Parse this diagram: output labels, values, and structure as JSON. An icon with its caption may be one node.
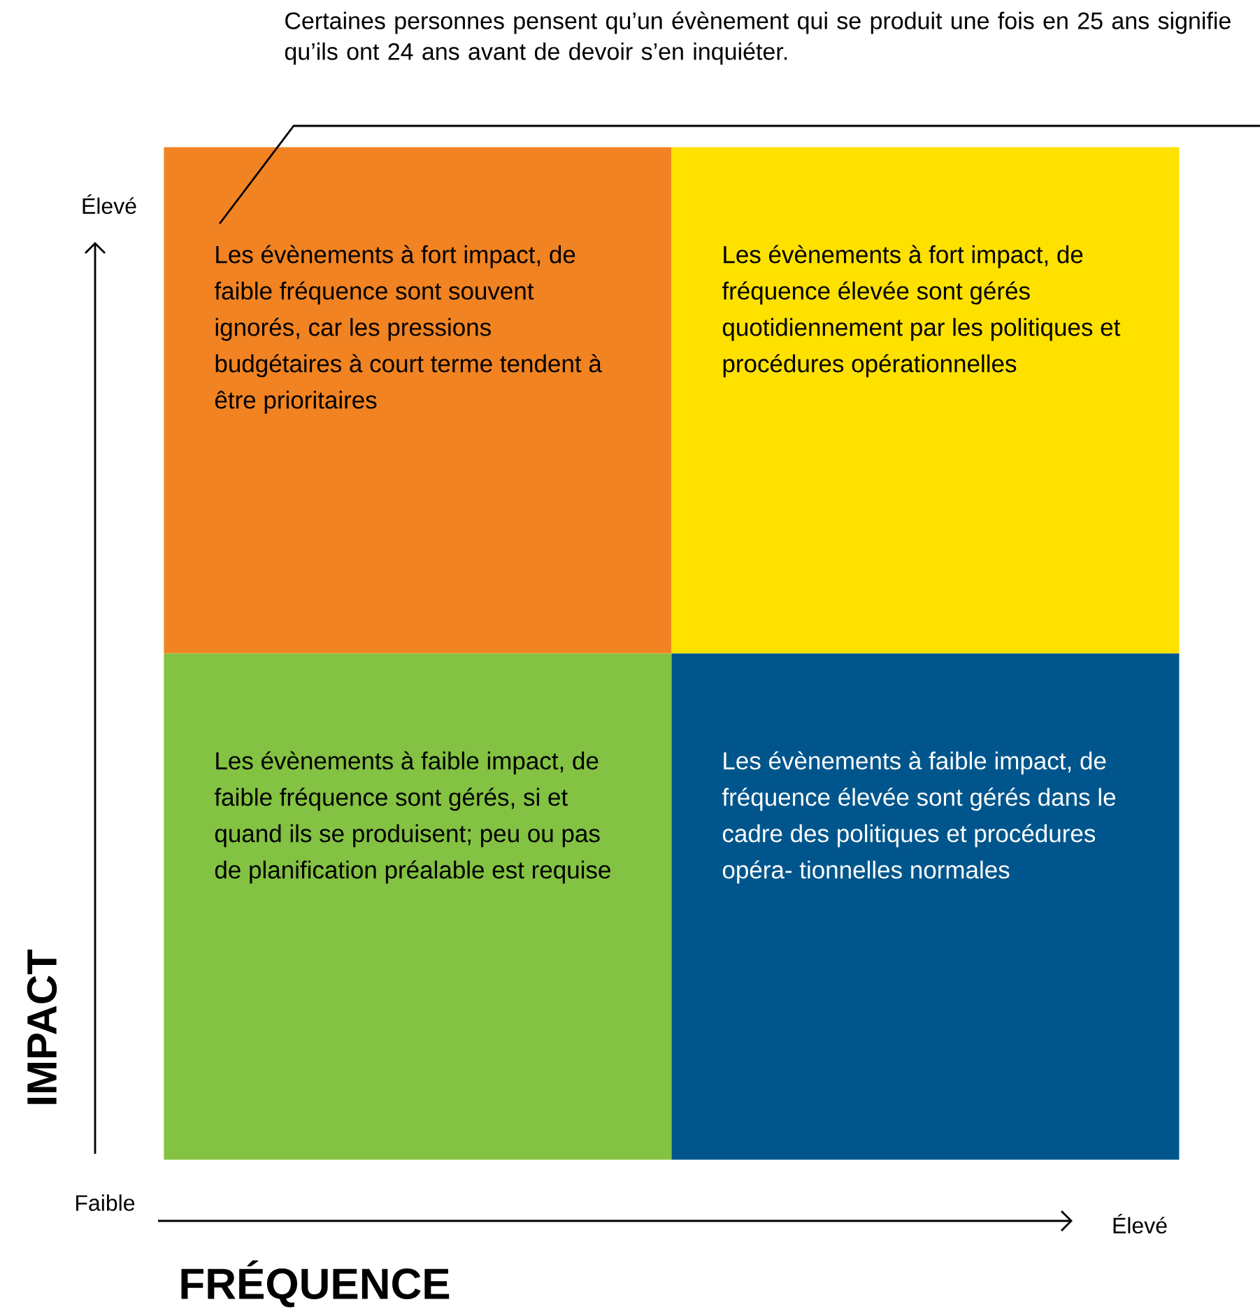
{
  "diagram": {
    "nodes": [
      {
        "text": [
          "Certaines personnes pensent qu’un évènement qui se produit une fois en 25 ans signifie qu’ils ont 24 ans avant de devoir s’en inquiéter."
        ]
      },
      {
        "text": [
          "Les évènements à fort impact, de faible fréquence sont souvent ignorés, car les pressions budgétaires à court terme tendent à être prioritaires"
        ]
      },
      {
        "text": [
          "Les évènements à fort impact, de fréquence élevée sont gérés quotidiennement par les politiques et procédures opérationnelles"
        ]
      },
      {
        "text": [
          "Les évènements à faible impact, de faible fréquence sont gérés, si et quand ils se produisent; peu ou pas de planification préalable est requise"
        ]
      },
      {
        "text": [
          "Les évènements à faible impact, de fréquence élevée sont gérés dans le cadre des politiques et procédures opéra- tionnelles normales"
        ]
      }
    ],
    "edges": [
      {
        "from": 0,
        "to": 1,
        "arrow": "none"
      }
    ],
    "labels": [
      "Élevé",
      "IMPACT",
      "Faible",
      "Élevé",
      "FRÉQUENCE"
    ]
  }
}
